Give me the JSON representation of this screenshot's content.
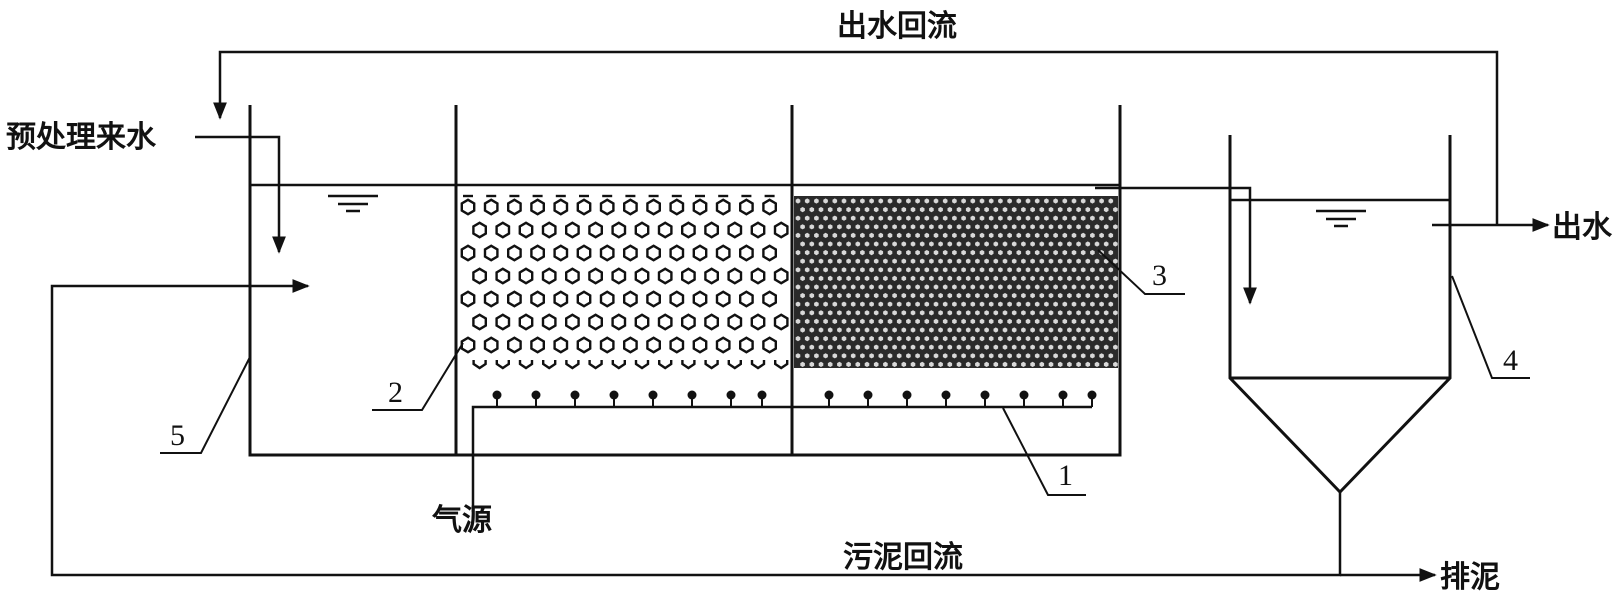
{
  "labels": {
    "effluent_reflux": "出水回流",
    "pretreated_inflow": "预处理来水",
    "effluent": "出水",
    "air_source": "气源",
    "sludge_reflux": "污泥回流",
    "sludge_discharge": "排泥"
  },
  "callouts": {
    "n1": "1",
    "n2": "2",
    "n3": "3",
    "n4": "4",
    "n5": "5"
  },
  "colors": {
    "line": "#111111",
    "background": "#ffffff"
  }
}
